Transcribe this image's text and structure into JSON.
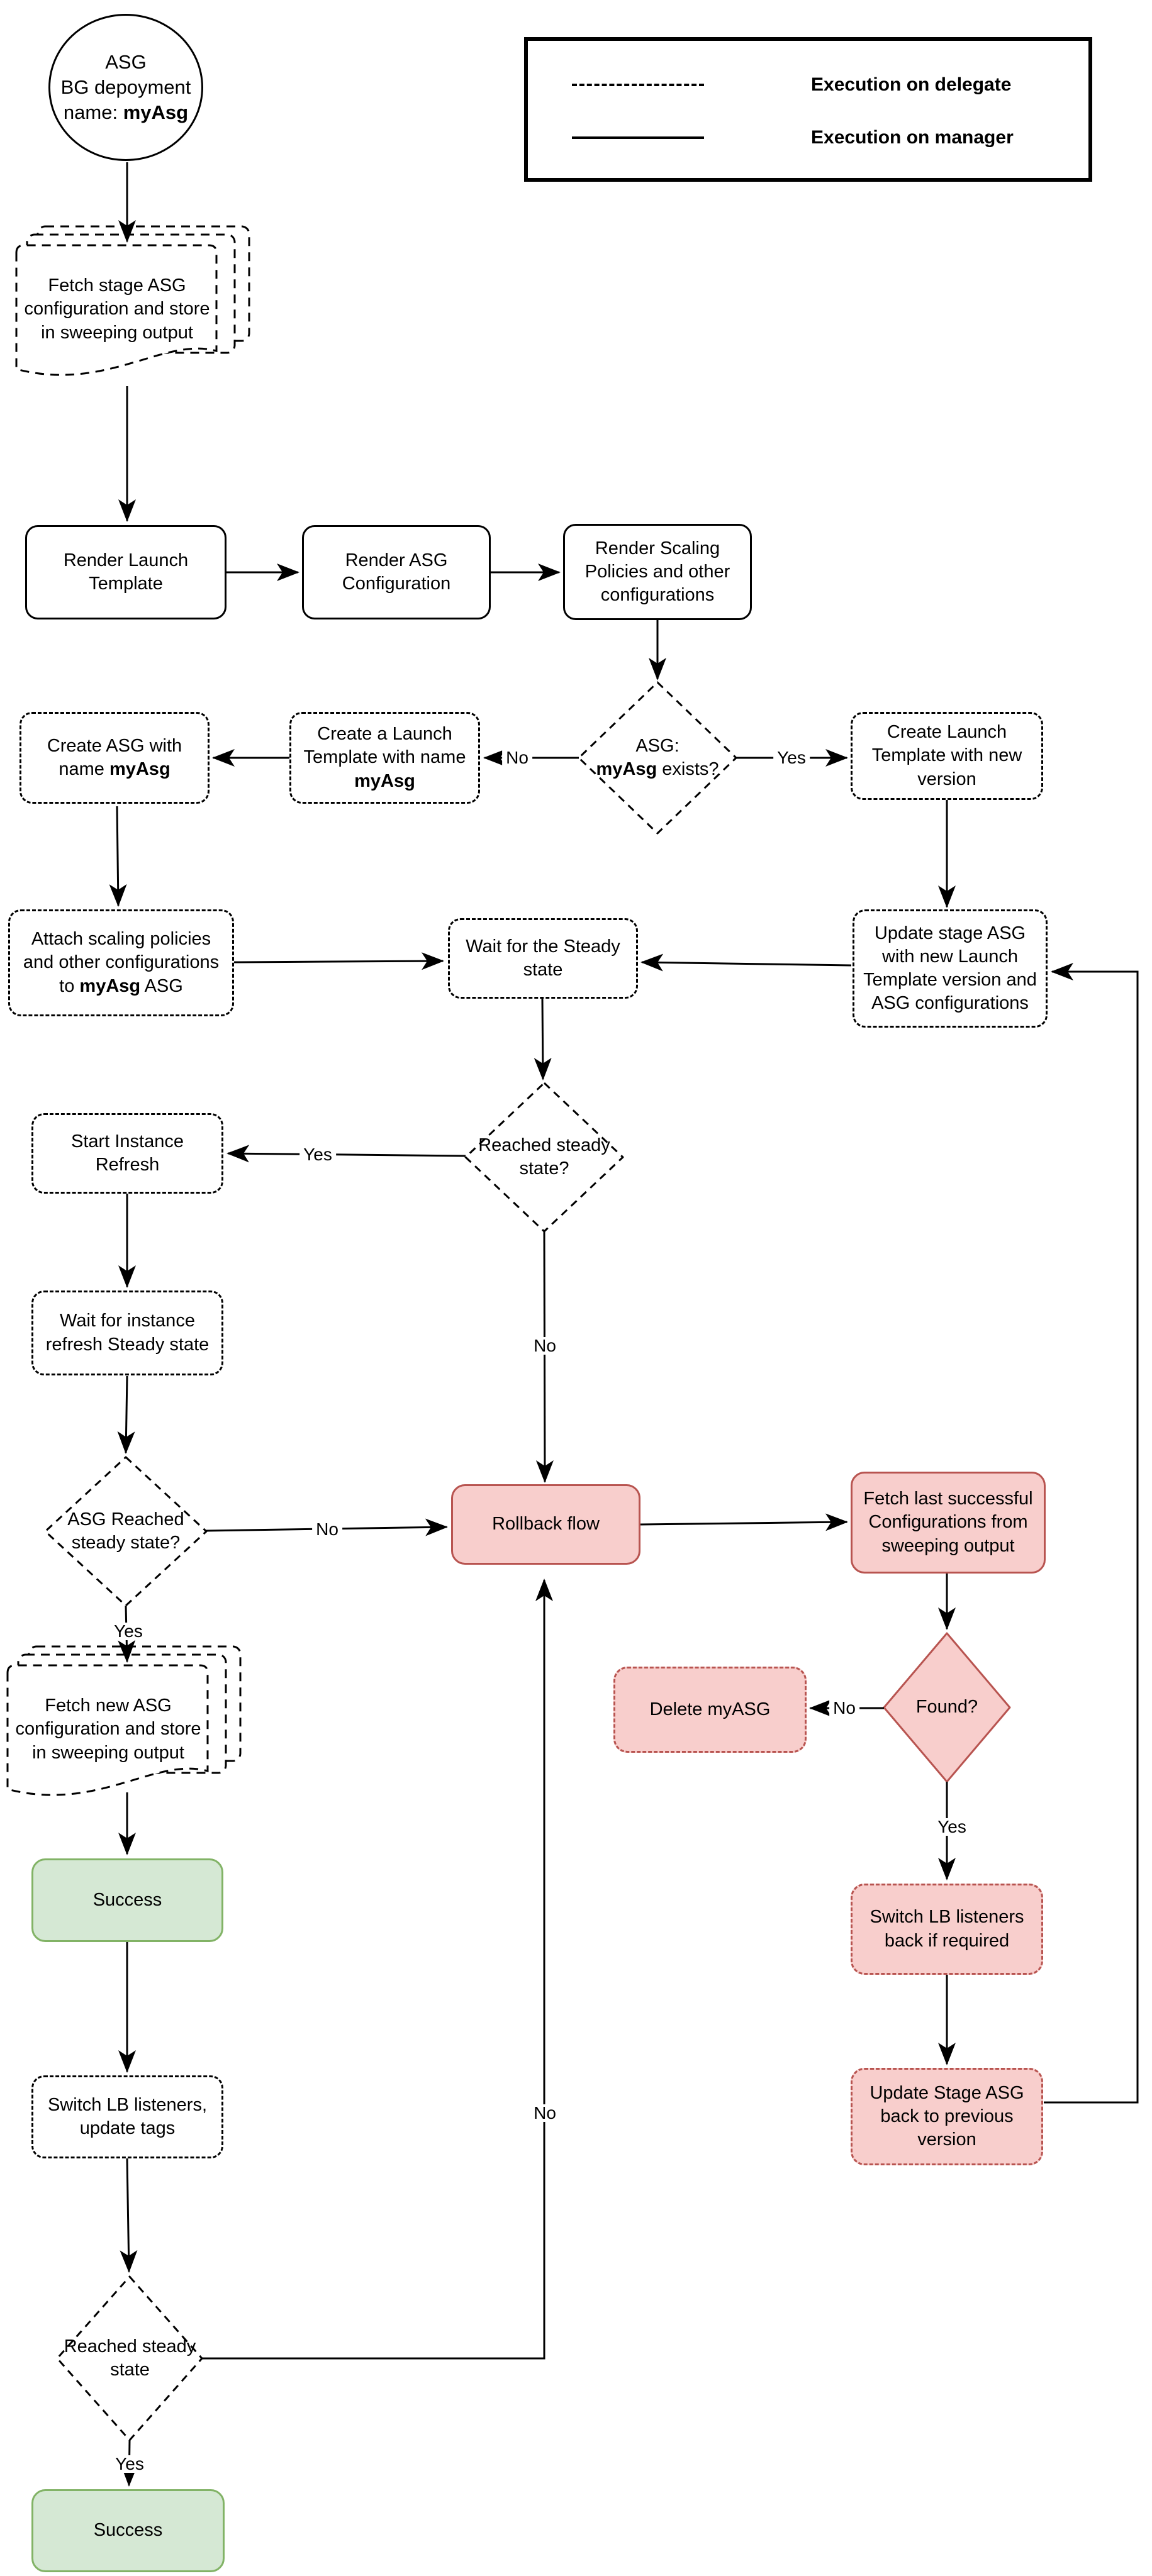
{
  "legend": {
    "delegate_label": "Execution on delegate",
    "manager_label": "Execution on manager"
  },
  "colors": {
    "line": "#000000",
    "danger_fill": "#f8cecc",
    "danger_stroke": "#b85450",
    "success_fill": "#d5e8d4",
    "success_stroke": "#82b366"
  },
  "nodes": {
    "start_line1": "ASG",
    "start_line2": "BG depoyment",
    "start_line3_text": "name: ",
    "start_line3_bold": "myAsg",
    "fetch_stage": "Fetch stage ASG configuration and store in sweeping output",
    "render_launch": "Render Launch Template",
    "render_asg": "Render ASG Configuration",
    "render_scaling": "Render Scaling Policies and other configurations",
    "asg_exists_line1": "ASG:",
    "asg_exists_bold": "myAsg",
    "asg_exists_rest": " exists?",
    "create_lt_new": "Create Launch Template with new version",
    "create_a_lt_text": "Create a Launch Template with name ",
    "create_a_lt_bold": "myAsg",
    "create_asg_text": "Create ASG with name ",
    "create_asg_bold": "myAsg",
    "attach_text1": "Attach scaling policies and other configurations to ",
    "attach_bold": "myAsg",
    "attach_text2": " ASG",
    "wait_steady": "Wait for the Steady state",
    "update_stage": "Update stage ASG with new Launch Template version and ASG configurations",
    "reached_steady_q": "Reached steady state?",
    "start_refresh": "Start Instance Refresh",
    "wait_instance_refresh": "Wait for instance refresh Steady state",
    "asg_reached_q": "ASG Reached steady state?",
    "rollback": "Rollback flow",
    "fetch_last": "Fetch last successful Configurations from sweeping output",
    "found_q": "Found?",
    "delete_asg": "Delete myASG",
    "switch_back": "Switch LB listeners back if required",
    "update_back": "Update Stage ASG back to previous version",
    "fetch_new": "Fetch new ASG configuration and store in sweeping output",
    "success_1": "Success",
    "switch_lb": "Switch LB listeners, update tags",
    "reached_steady_2": "Reached steady state",
    "success_2": "Success"
  },
  "labels": {
    "no_exists": "No",
    "yes_exists": "Yes",
    "yes_steady": "Yes",
    "no_steady": "No",
    "no_asg_reached": "No",
    "yes_asg_reached": "Yes",
    "no_found": "No",
    "yes_found": "Yes",
    "no_bottom": "No",
    "yes_bottom": "Yes"
  }
}
